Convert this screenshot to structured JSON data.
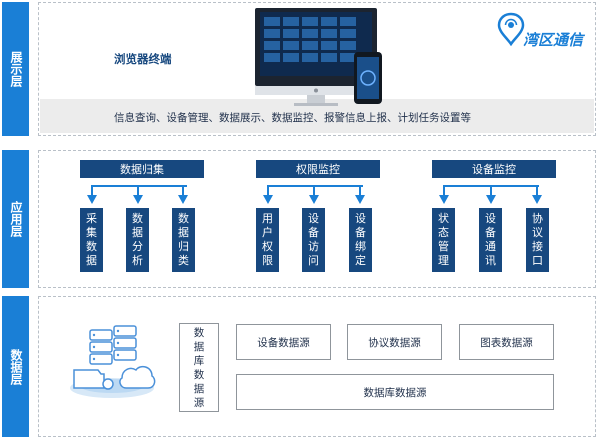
{
  "layers": {
    "display": "展示层",
    "application": "应用层",
    "data": "数据层"
  },
  "brand": {
    "name": "湾区通信",
    "color": "#1a7fd6"
  },
  "display": {
    "browser_label": "浏览器终端",
    "features": "信息查询、设备管理、数据展示、数据监控、报警信息上报、计划任务设置等"
  },
  "groups": [
    {
      "title": "数据归集",
      "items": [
        "采集数据",
        "数据分析",
        "数据归类"
      ]
    },
    {
      "title": "权限监控",
      "items": [
        "用户权限",
        "设备访问",
        "设备绑定"
      ]
    },
    {
      "title": "设备监控",
      "items": [
        "状态管理",
        "设备通讯",
        "协议接口"
      ]
    }
  ],
  "data_layer": {
    "vertical_source": "数据库数据源",
    "sources": [
      "设备数据源",
      "协议数据源",
      "图表数据源"
    ],
    "bottom_source": "数据库数据源"
  },
  "colors": {
    "accent": "#1a7fd6",
    "tile": "#17487f"
  }
}
